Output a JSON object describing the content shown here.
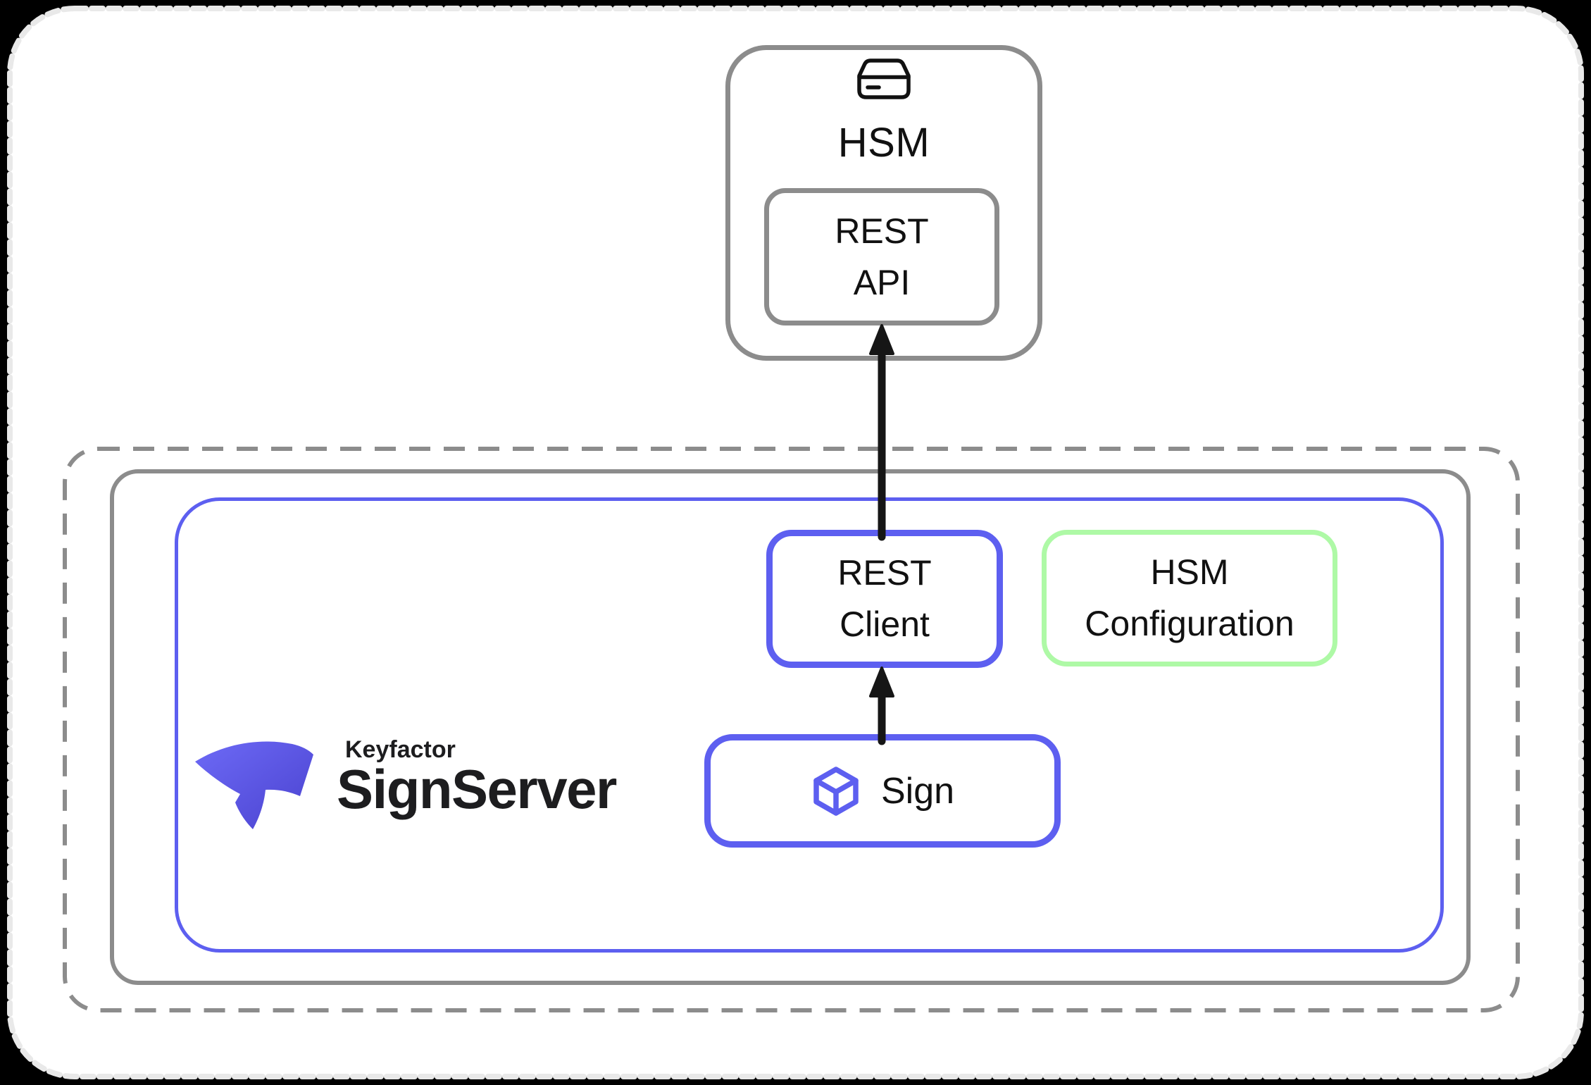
{
  "diagram": {
    "hsm": {
      "label": "HSM",
      "icon": "storage-drive-icon",
      "rest_api": {
        "label": "REST\nAPI"
      }
    },
    "signserver_zone": {
      "logo": {
        "brand": "Keyfactor",
        "product": "SignServer",
        "icon": "keyfactor-ribbon-icon"
      },
      "rest_client": {
        "label": "REST\nClient"
      },
      "hsm_configuration": {
        "label": "HSM\nConfiguration"
      },
      "sign": {
        "label": "Sign",
        "icon": "cube-icon"
      }
    },
    "arrows": [
      {
        "from": "rest_client",
        "to": "hsm_rest_api"
      },
      {
        "from": "sign",
        "to": "rest_client"
      }
    ],
    "colors": {
      "background": "#000000",
      "card_fill": "#ffffff",
      "card_dash_border": "#e9e9e9",
      "border_gray": "#8c8c8c",
      "accent_blue": "#5d5ff0",
      "accent_green": "#aef9a6",
      "arrow_black": "#161616",
      "text": "#111111",
      "logo_gradient_start": "#6d6af6",
      "logo_gradient_end": "#4a42cf"
    }
  }
}
